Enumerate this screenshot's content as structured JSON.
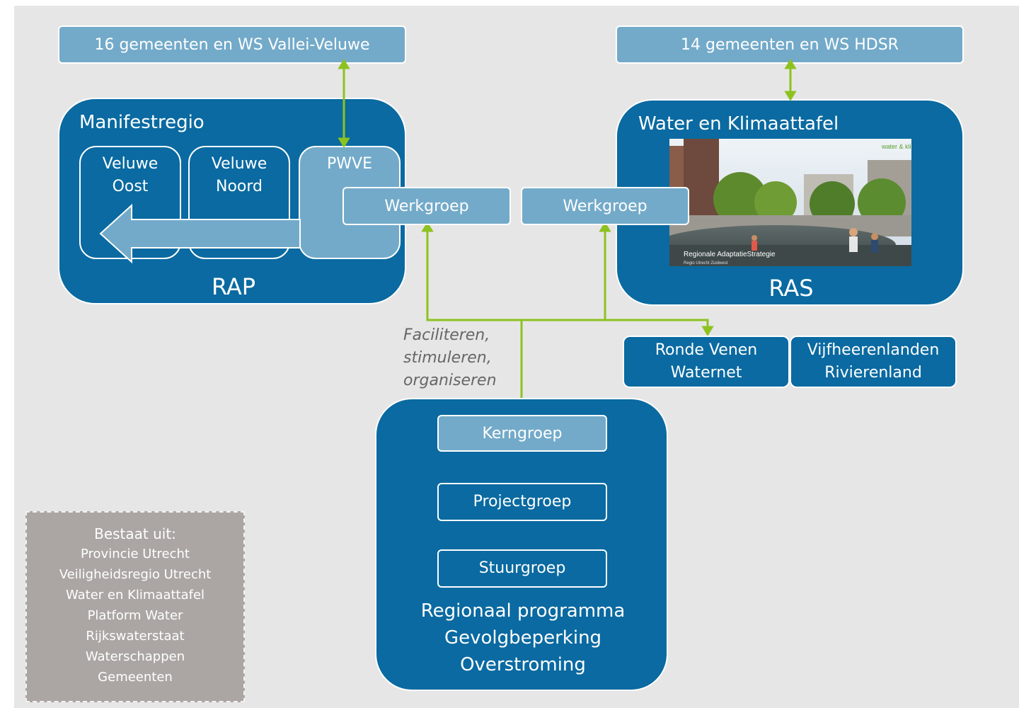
{
  "top_left_label": "16 gemeenten en WS Vallei-Veluwe",
  "top_right_label": "14 gemeenten en WS HDSR",
  "rap": {
    "title": "Manifestregio",
    "inner": [
      "Veluwe\nOost",
      "Veluwe\nNoord",
      "PWVE"
    ],
    "werkgroep": "Werkgroep",
    "footer": "RAP"
  },
  "ras": {
    "title": "Water en Klimaattafel",
    "werkgroep": "Werkgroep",
    "footer": "RAS",
    "photo": {
      "logo": "water & klimaat",
      "caption": "Regionale AdaptatieStrategie",
      "subcaption": "Regio Utrecht Zuidwest"
    }
  },
  "italic_label": [
    "Faciliteren,",
    "stimuleren,",
    "organiseren"
  ],
  "partners": [
    "Ronde Venen\nWaternet",
    "Vijfheerenlanden\nRivierenland"
  ],
  "program": {
    "groups": [
      "Kerngroep",
      "Projectgroep",
      "Stuurgroep"
    ],
    "title": [
      "Regionaal programma",
      "Gevolgbeperking",
      "Overstroming"
    ]
  },
  "bestaat_uit": {
    "title": "Bestaat uit:",
    "items": [
      "Provincie Utrecht",
      "Veiligheidsregio Utrecht",
      "Water en Klimaattafel",
      "Platform Water",
      "Rijkswaterstaat",
      "Waterschappen",
      "Gemeenten"
    ]
  },
  "colors": {
    "dark_blue": "#0a6aa1",
    "light_blue": "#73aac9",
    "arrow_green": "#8dc21f",
    "gray": "#aba6a3"
  }
}
